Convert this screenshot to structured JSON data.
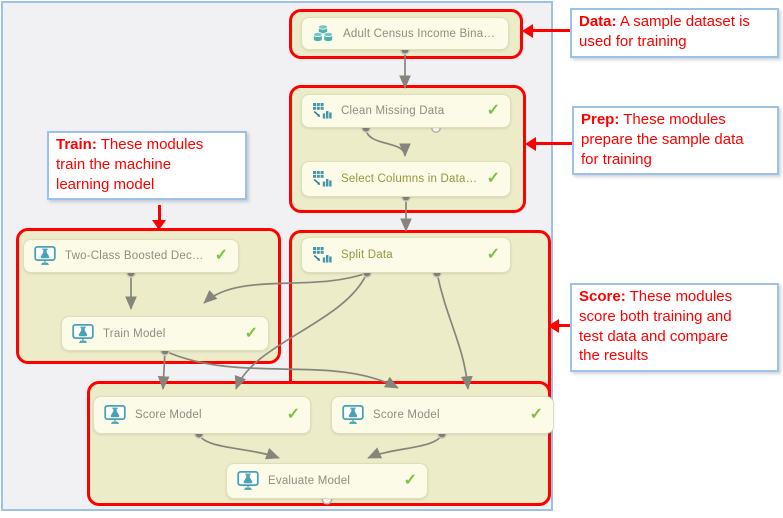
{
  "canvas": {
    "modules": [
      {
        "label": "Adult Census Income Binary C...",
        "icon": "dataset-icon",
        "has_check": false
      },
      {
        "label": "Clean Missing Data",
        "icon": "data-transform-icon",
        "has_check": true
      },
      {
        "label": "Select Columns in Dataset",
        "icon": "data-transform-icon",
        "has_check": true
      },
      {
        "label": "Split Data",
        "icon": "data-transform-icon",
        "has_check": true
      },
      {
        "label": "Two-Class Boosted Decision T...",
        "icon": "ml-module-icon",
        "has_check": true
      },
      {
        "label": "Train Model",
        "icon": "ml-module-icon",
        "has_check": true
      },
      {
        "label": "Score Model",
        "icon": "ml-module-icon",
        "has_check": true
      },
      {
        "label": "Score Model",
        "icon": "ml-module-icon",
        "has_check": true
      },
      {
        "label": "Evaluate Model",
        "icon": "ml-module-icon",
        "has_check": true
      }
    ]
  },
  "icons": {
    "check": "✓"
  },
  "callouts": {
    "data": {
      "label": "Data:",
      "text": " A sample dataset is\nused for training"
    },
    "prep": {
      "label": "Prep:",
      "text": " These modules\nprepare the sample data\nfor training"
    },
    "train": {
      "label": "Train:",
      "text": " These modules\ntrain the machine\nlearning model"
    },
    "score": {
      "label": "Score:",
      "text": " These modules\nscore both training and\ntest data and compare\nthe results"
    }
  },
  "colors": {
    "annotation_red": "#fe0000",
    "group_fill": "#ececc9",
    "module_fill": "#fbfbe7",
    "check_green": "#7fc243",
    "icon_teal": "#4aa2b4",
    "canvas_border_blue": "#9cc2e5",
    "wire_gray": "#85857b"
  }
}
